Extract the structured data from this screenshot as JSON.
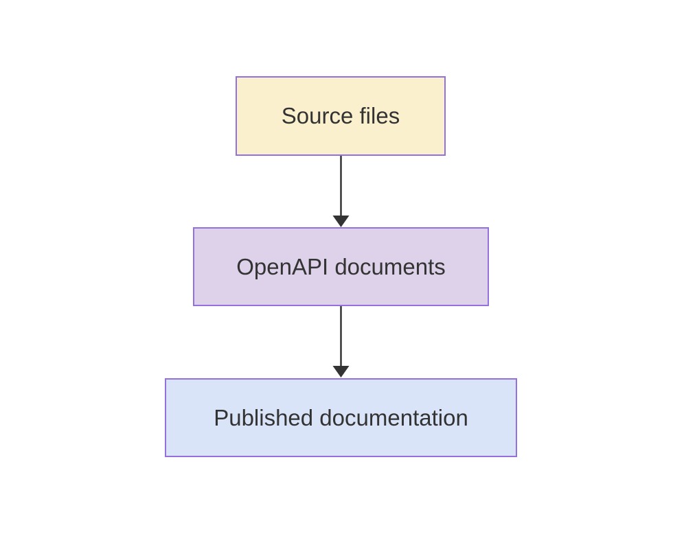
{
  "diagram": {
    "type": "flowchart",
    "direction": "top-down",
    "background": "#ffffff",
    "nodes": [
      {
        "id": "source-files",
        "label": "Source files",
        "fill": "#faf0ce",
        "stroke": "#9370db",
        "text_color": "#333333"
      },
      {
        "id": "openapi-documents",
        "label": "OpenAPI documents",
        "fill": "#ddd2e9",
        "stroke": "#9370db",
        "text_color": "#333333"
      },
      {
        "id": "published-documentation",
        "label": "Published documentation",
        "fill": "#dae4f8",
        "stroke": "#9370db",
        "text_color": "#333333"
      }
    ],
    "edges": [
      {
        "from": "source-files",
        "to": "openapi-documents",
        "style": "arrow-down",
        "color": "#333333"
      },
      {
        "from": "openapi-documents",
        "to": "published-documentation",
        "style": "arrow-down",
        "color": "#333333"
      }
    ]
  }
}
